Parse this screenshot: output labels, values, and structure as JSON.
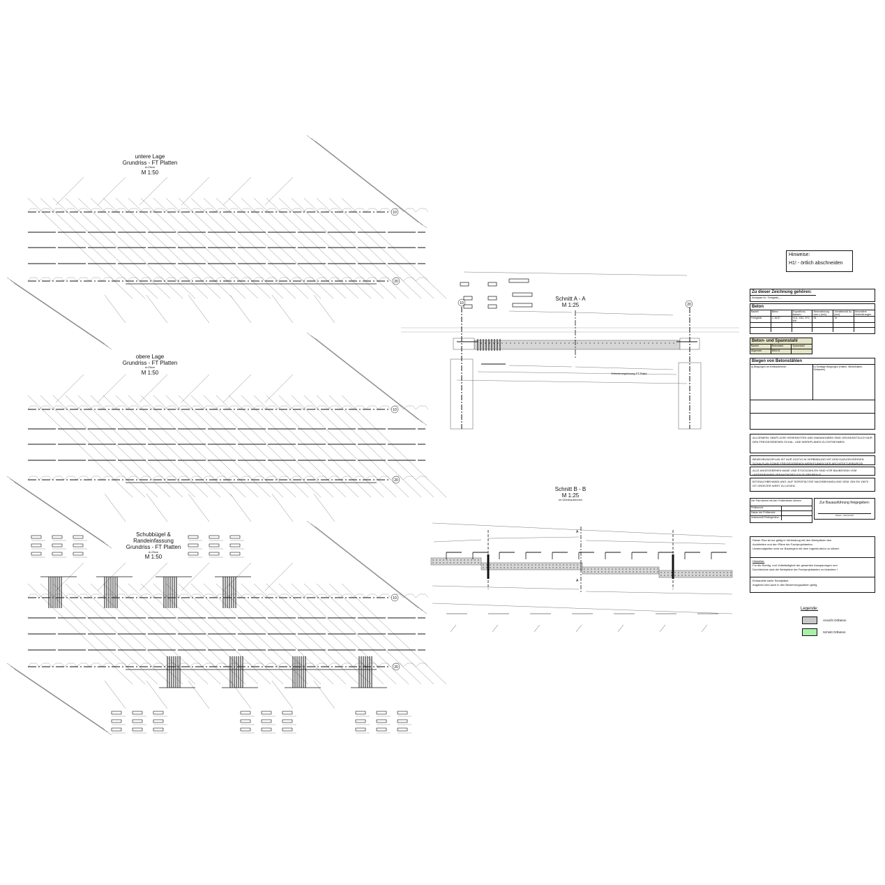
{
  "plans": [
    {
      "title_1": "untere Lage",
      "title_2": "Grundriss - FT Platten",
      "thickness": "d=25cm",
      "scale": "M 1:50",
      "axis_top": "10",
      "axis_bottom": "20"
    },
    {
      "title_1": "obere Lage",
      "title_2": "Grundriss - FT Platten",
      "thickness": "d=25cm",
      "scale": "M 1:50",
      "axis_top": "10",
      "axis_bottom": "20"
    },
    {
      "title_1": "Schubbügel &",
      "title_1b": "Randeinfassung",
      "title_2": "Grundriss - FT Platten",
      "thickness": "d=25cm",
      "scale": "M 1:50",
      "axis_top": "10",
      "axis_bottom": "20"
    }
  ],
  "section_aa": {
    "title": "Schnitt A - A",
    "scale": "M 1:25",
    "axis_left": "10",
    "axis_right": "20",
    "note": "Ortbetonergänzung FT Platte"
  },
  "section_bb": {
    "title": "Schnitt B - B",
    "scale": "M 1:25",
    "subtitle": "im Überbaubereich",
    "cut_mark": "A"
  },
  "hinweise": {
    "title": "Hinweise:",
    "text": "H1! - örtlich abschneiden"
  },
  "zeichnung": {
    "title": "Zu dieser Zeichnung gehören:",
    "row1": "Schalplan Nr.: Fertigteile_..."
  },
  "beton": {
    "title": "Beton",
    "headers": [
      "Bauteil",
      "Beton",
      "Expositions-klassen",
      "Betondeckung nom c [mm]",
      "Vorhaltemaß Δc [mm]",
      "besondere Anforderungen"
    ],
    "row": [
      "Fertigteile",
      "C 30/37",
      "XC4, XD2, XF2, WA",
      "55",
      "15",
      ""
    ]
  },
  "stahl": {
    "title": "Beton- und Spannstahl",
    "headers": [
      "Bauteil",
      "Betonstahl",
      "Spannstahl"
    ],
    "row": [
      "Allgemein",
      "B500 B",
      ""
    ]
  },
  "biegen": {
    "title": "Biegen von Betonstählen",
    "left": "a) Biegungen an Einflussbereich",
    "right": "b) Sonstige Biegungen (Haken, Winkelhaken, Schlaufen)"
  },
  "allgemein_notes": [
    "ALLGEMEIN: SÄMTLICHE HÖHENKOTEN UND MAßANGABEN SIND GRUNDSÄTZLICH NUR DEN FREIGEGEBENEN SCHAL- UND WERKPLÄNEN ZU ENTNEHMEN.",
    "BEWEHRUNGSPLAN IST NUR GÜLTIG IN VERBINDUNG MIT DEM DAZUGEHÖRIGEN SCHALPLAN SOWIE FREIGEGEBENEN WERKPLÄNEN DER ARCHITEKTUR/BÜROS!",
    "ALLE ANGEGEBENEN MAßE UND STÜCKZAHLEN SIND VOR BAUBEGINN VOM UNTERNEHMER VERANTWORTLICH ZU PRÜFEN !!!",
    "BITONACHBEHANDLUNG: AUF SORGFÄLTIGE NACHBEHANDLUNG GEM. DIN EN 13670 IST GRÖßTER WERT ZU LEGEN."
  ],
  "pruef": {
    "text": "Der Plan stimmt mit den Prüfberichten überein",
    "rows": [
      "Prüfbericht:",
      "Datum der Prüfbericht:",
      "Unterschrift Prüfingenieur:"
    ]
  },
  "freigabe": {
    "title": "Zur Bauausführung freigegeben:",
    "sign": "Datum, Unterschrift"
  },
  "plan_notes": [
    "Dieser Plan ist nur gültig in Verbindung mit den Werkplänen des",
    "Architekten und den Pläne der Fachprojektanten.",
    "Unstimmigkeiten sind vor Baubeginn mit dem Ingenieurbüro zu klären!",
    "Hinweise:",
    "Für die Richtig- und Vollständigkeit der gesamten Aussparungen und",
    "Durchbrüche sind die Werkpläne der Fachprojektanten zu beachten !",
    "Einbauteile siehe Schalpläne.",
    "Angaben sind auch in den Bewehrungsplänen gültig."
  ],
  "legend": {
    "title": "Legende:",
    "items": [
      {
        "label": "Ansicht Ortbeton",
        "color": "#c8c8c8"
      },
      {
        "label": "Schnitt Ortbeton",
        "color": "#a8f0a8"
      }
    ]
  }
}
